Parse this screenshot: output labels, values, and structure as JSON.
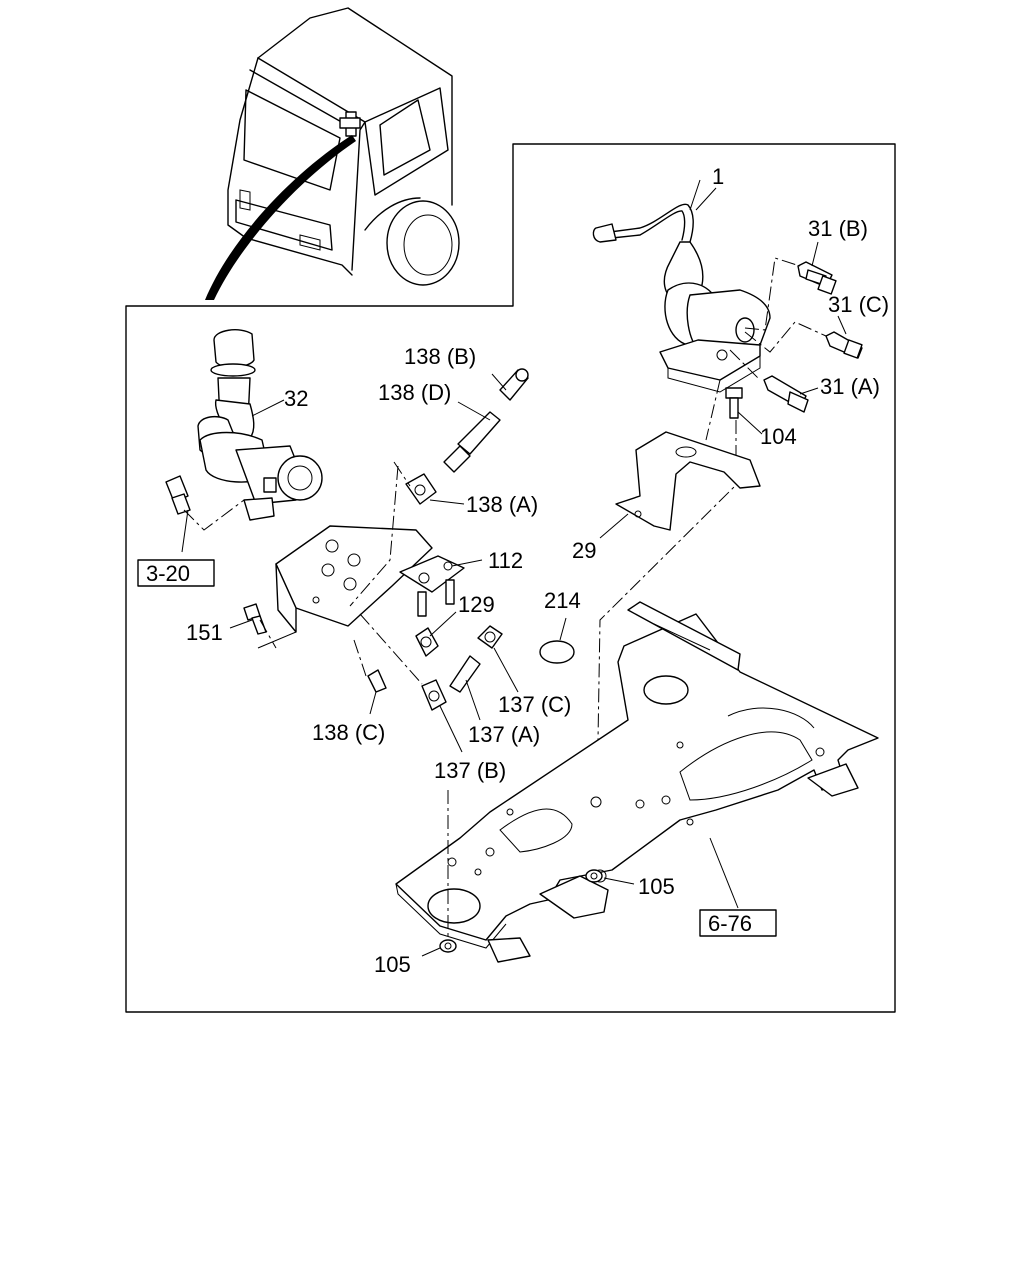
{
  "callouts": {
    "c1": "1",
    "c31b": "31 (B)",
    "c31c": "31 (C)",
    "c31a": "31 (A)",
    "c104": "104",
    "c29": "29",
    "c32": "32",
    "c138b": "138 (B)",
    "c138d": "138 (D)",
    "c138a": "138 (A)",
    "c112": "112",
    "c129": "129",
    "c214": "214",
    "c151": "151",
    "c137c": "137 (C)",
    "c137a": "137 (A)",
    "c138c": "138 (C)",
    "c137b": "137 (B)",
    "c105a": "105",
    "c105b": "105"
  },
  "references": {
    "r320": "3-20",
    "r676": "6-76"
  }
}
